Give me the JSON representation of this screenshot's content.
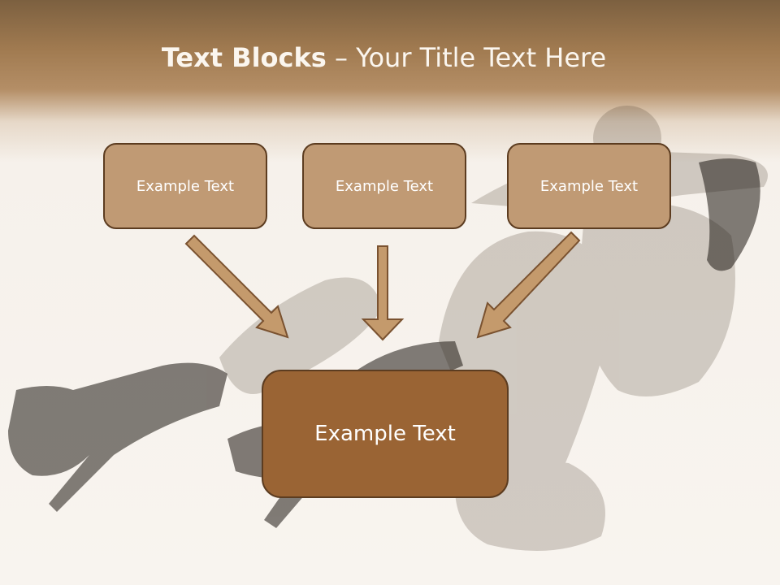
{
  "title": {
    "bold": "Text Blocks",
    "rest": " – Your Title Text Here"
  },
  "blocks": [
    {
      "label": "Example Text"
    },
    {
      "label": "Example Text"
    },
    {
      "label": "Example Text"
    }
  ],
  "main_block": {
    "label": "Example Text"
  },
  "colors": {
    "header": "#a07a50",
    "block_fill": "#c09a74",
    "main_block_fill": "#9a6434",
    "border": "#5c3c20",
    "arrow_fill": "#c49a6c"
  },
  "icons": [
    "arrow-down-right-icon",
    "arrow-down-icon",
    "arrow-down-left-icon"
  ]
}
